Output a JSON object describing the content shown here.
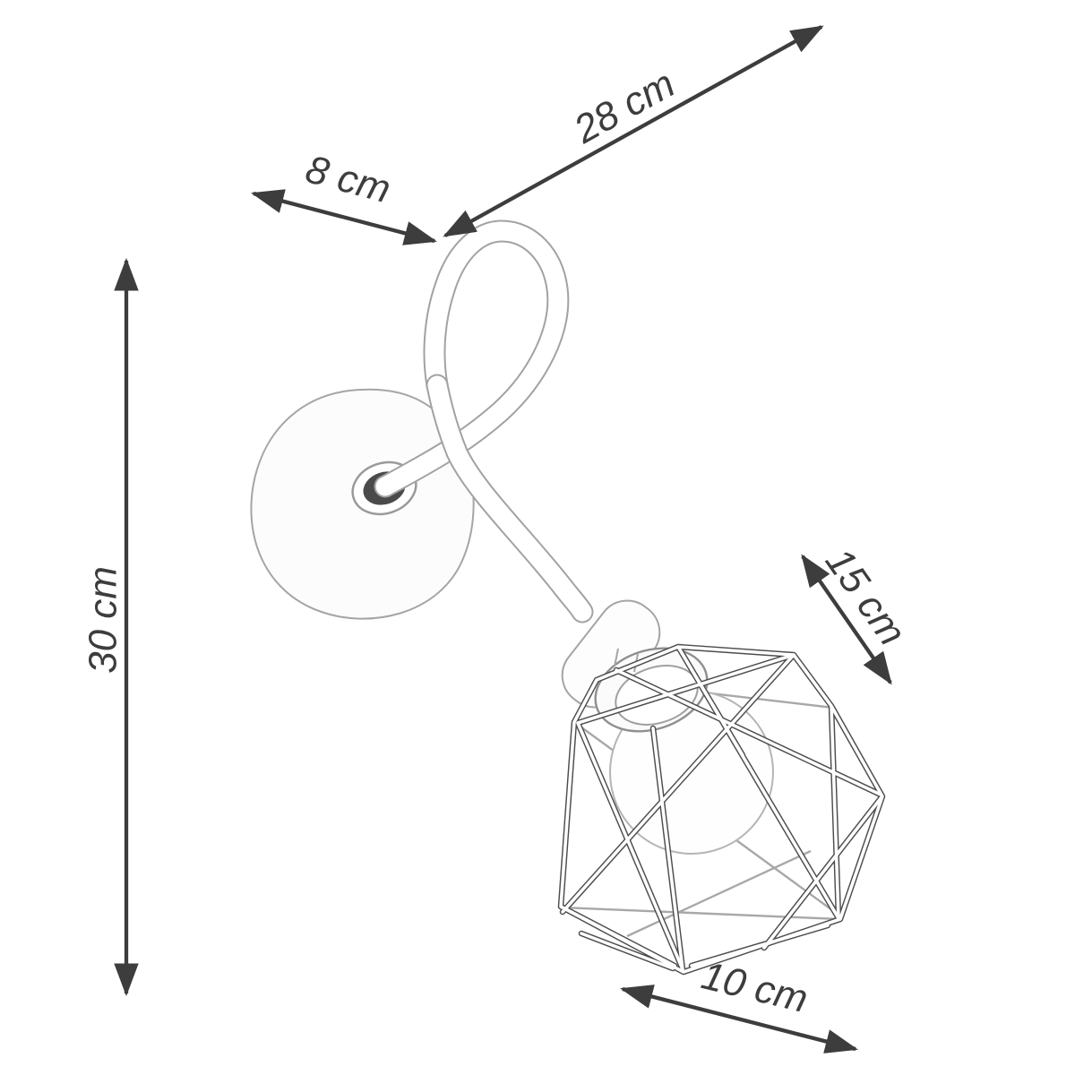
{
  "diagram": {
    "description": "Dimension drawing of a wall lamp with looped flexible arm and wire cage shade",
    "dimensions": {
      "arm_reach": {
        "label": "28 cm"
      },
      "base_depth": {
        "label": "8 cm"
      },
      "total_height": {
        "label": "30 cm"
      },
      "shade_diagonal": {
        "label": "15 cm"
      },
      "shade_width": {
        "label": "10 cm"
      }
    },
    "colors": {
      "dimension_lines": "#3d3d3d",
      "drawing_light": "#a5a5a5",
      "drawing_dark": "#4d4d4d",
      "background": "#ffffff"
    },
    "parts": {
      "plate": "wall-mount-plate",
      "arm": "flexible-looped-arm",
      "socket": "lamp-socket",
      "shade": "wire-cage-shade",
      "bulb": "light-bulb"
    }
  }
}
